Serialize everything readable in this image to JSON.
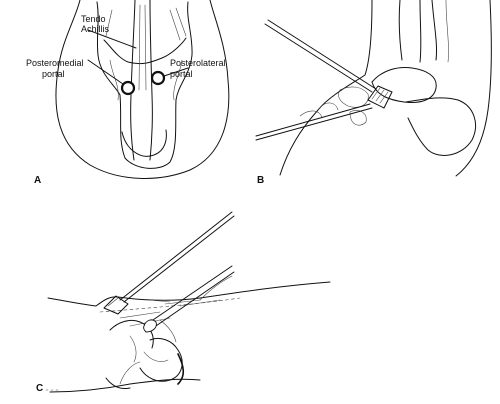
{
  "panels": {
    "a": {
      "panel_label": "A",
      "labels": {
        "tendo_line1": "Tendo",
        "tendo_line2": "Achillis",
        "posteromedial_line1": "Posteromedial",
        "posteromedial_line2": "portal",
        "posterolateral_line1": "Posterolateral",
        "posterolateral_line2": "portal"
      }
    },
    "b": {
      "panel_label": "B"
    },
    "c": {
      "panel_label": "C"
    }
  }
}
